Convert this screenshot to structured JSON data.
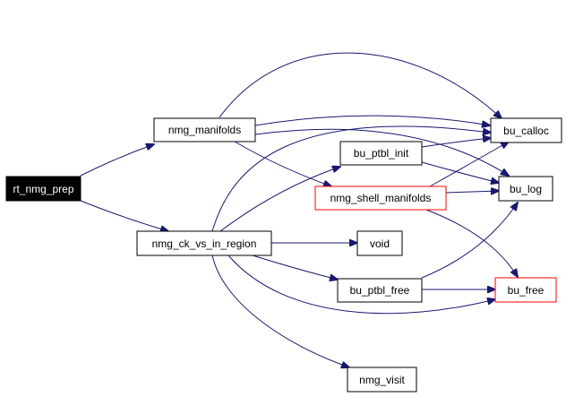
{
  "nodes": {
    "rt_nmg_prep": "rt_nmg_prep",
    "nmg_manifolds": "nmg_manifolds",
    "nmg_ck_vs_in_region": "nmg_ck_vs_in_region",
    "bu_ptbl_init": "bu_ptbl_init",
    "nmg_shell_manifolds": "nmg_shell_manifolds",
    "void": "void",
    "bu_ptbl_free": "bu_ptbl_free",
    "nmg_visit": "nmg_visit",
    "bu_calloc": "bu_calloc",
    "bu_log": "bu_log",
    "bu_free": "bu_free"
  },
  "edges": [
    [
      "rt_nmg_prep",
      "nmg_manifolds"
    ],
    [
      "rt_nmg_prep",
      "nmg_ck_vs_in_region"
    ],
    [
      "nmg_manifolds",
      "bu_calloc"
    ],
    [
      "nmg_manifolds",
      "bu_log"
    ],
    [
      "nmg_manifolds",
      "nmg_shell_manifolds"
    ],
    [
      "nmg_ck_vs_in_region",
      "bu_calloc"
    ],
    [
      "nmg_ck_vs_in_region",
      "bu_ptbl_init"
    ],
    [
      "nmg_ck_vs_in_region",
      "void"
    ],
    [
      "nmg_ck_vs_in_region",
      "bu_ptbl_free"
    ],
    [
      "nmg_ck_vs_in_region",
      "bu_free"
    ],
    [
      "nmg_ck_vs_in_region",
      "nmg_visit"
    ],
    [
      "bu_ptbl_init",
      "bu_calloc"
    ],
    [
      "bu_ptbl_init",
      "bu_log"
    ],
    [
      "nmg_shell_manifolds",
      "bu_calloc"
    ],
    [
      "nmg_shell_manifolds",
      "bu_log"
    ],
    [
      "nmg_shell_manifolds",
      "bu_free"
    ],
    [
      "bu_ptbl_free",
      "bu_log"
    ],
    [
      "bu_ptbl_free",
      "bu_free"
    ]
  ],
  "colors": {
    "edge": "#191970",
    "highlight_border": "#ff0000",
    "root_fill": "#000000",
    "root_text": "#ffffff"
  }
}
